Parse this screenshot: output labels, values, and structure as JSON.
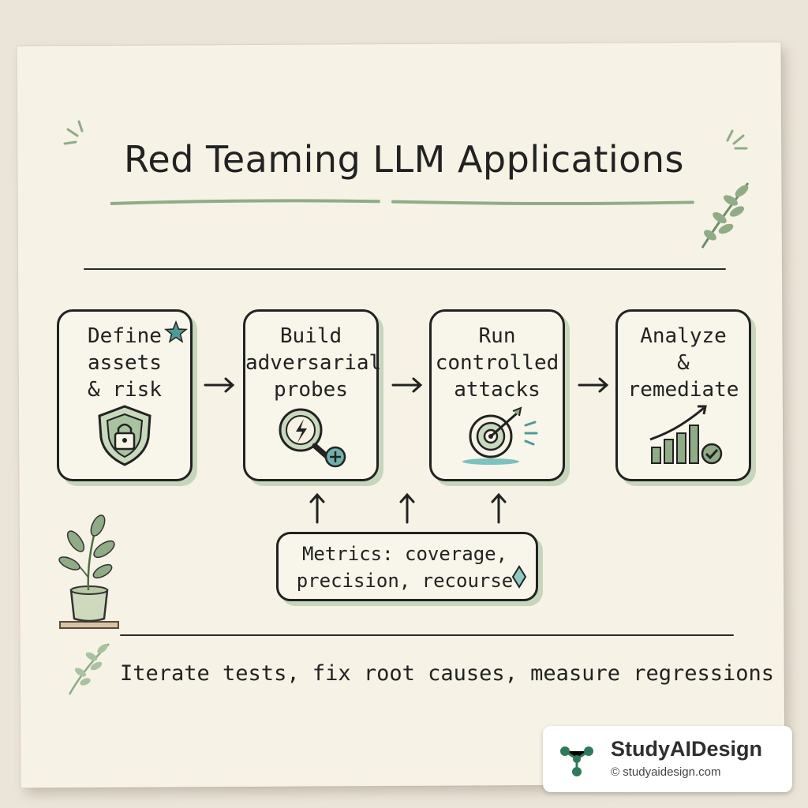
{
  "title": "Red Teaming LLM Applications",
  "steps": [
    {
      "label": "Define\nassets\n& risk",
      "icon": "shield-lock-icon"
    },
    {
      "label": "Build\nadversarial\nprobes",
      "icon": "magnifier-bolt-icon"
    },
    {
      "label": "Run\ncontrolled\nattacks",
      "icon": "target-dart-icon"
    },
    {
      "label": "Analyze\n&\nremediate",
      "icon": "chart-check-icon"
    }
  ],
  "metrics": "Metrics: coverage, precision, recourse",
  "footer": "Iterate tests, fix root causes, measure regressions",
  "brand": {
    "name": "StudyAIDesign",
    "url": "© studyaidesign.com"
  },
  "colors": {
    "ink": "#222222",
    "paper": "#f6f2e6",
    "sage": "#8fac86",
    "teal": "#4f9a98",
    "shadow": "#c6d6bc"
  }
}
